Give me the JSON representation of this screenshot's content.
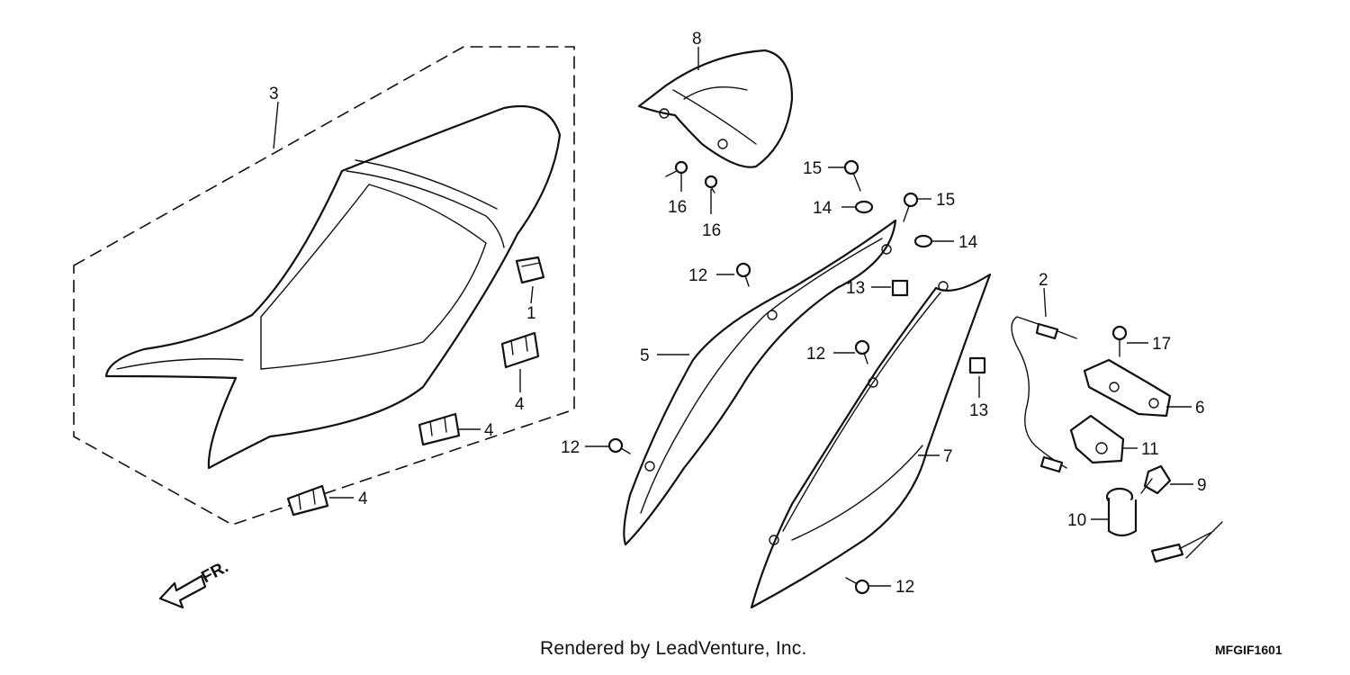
{
  "callouts": [
    "1",
    "2",
    "3",
    "4",
    "5",
    "6",
    "7",
    "8",
    "9",
    "10",
    "11",
    "12",
    "13",
    "14",
    "15",
    "16",
    "17"
  ],
  "front_arrow_label": "FR.",
  "credit": "Rendered by LeadVenture, Inc.",
  "diagram_code": "MFGIF1601"
}
